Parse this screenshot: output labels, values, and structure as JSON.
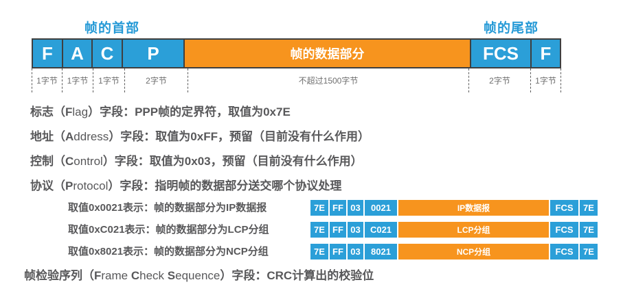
{
  "colors": {
    "field_blue": "#2b9fd8",
    "data_orange": "#f7941e",
    "label_blue": "#2499d6",
    "text_gray": "#58585a",
    "border_dark": "#3f3f3f"
  },
  "diagram": {
    "header_label": "帧的首部",
    "trailer_label": "帧的尾部",
    "cells": [
      {
        "label": "F",
        "bytes": "1字节"
      },
      {
        "label": "A",
        "bytes": "1字节"
      },
      {
        "label": "C",
        "bytes": "1字节"
      },
      {
        "label": "P",
        "bytes": "2字节"
      },
      {
        "label": "帧的数据部分",
        "bytes": "不超过1500字节"
      },
      {
        "label": "FCS",
        "bytes": "2字节"
      },
      {
        "label": "F",
        "bytes": "1字节"
      }
    ]
  },
  "descriptions": [
    {
      "segments": [
        {
          "t": "标志（",
          "b": true
        },
        {
          "t": "F",
          "b": true
        },
        {
          "t": "lag",
          "b": false
        },
        {
          "t": "）字段：PPP帧的定界符，取值为0x7E",
          "b": true
        }
      ]
    },
    {
      "segments": [
        {
          "t": "地址（",
          "b": true
        },
        {
          "t": "A",
          "b": true
        },
        {
          "t": "ddress",
          "b": false
        },
        {
          "t": "）字段：取值为0xFF，预留（目前没有什么作用）",
          "b": true
        }
      ]
    },
    {
      "segments": [
        {
          "t": "控制（",
          "b": true
        },
        {
          "t": "C",
          "b": true
        },
        {
          "t": "ontrol",
          "b": false
        },
        {
          "t": "）字段：取值为0x03，预留（目前没有什么作用）",
          "b": true
        }
      ]
    },
    {
      "segments": [
        {
          "t": "协议（",
          "b": true
        },
        {
          "t": "P",
          "b": true
        },
        {
          "t": "rotocol",
          "b": false
        },
        {
          "t": "）字段：指明帧的数据部分送交哪个协议处理",
          "b": true
        }
      ]
    }
  ],
  "protocol_examples": [
    {
      "label": "取值0x0021表示：帧的数据部分为IP数据报",
      "cells": [
        "7E",
        "FF",
        "03",
        "0021",
        "IP数据报",
        "FCS",
        "7E"
      ]
    },
    {
      "label": "取值0xC021表示：帧的数据部分为LCP分组",
      "cells": [
        "7E",
        "FF",
        "03",
        "C021",
        "LCP分组",
        "FCS",
        "7E"
      ]
    },
    {
      "label": "取值0x8021表示：帧的数据部分为NCP分组",
      "cells": [
        "7E",
        "FF",
        "03",
        "8021",
        "NCP分组",
        "FCS",
        "7E"
      ]
    }
  ],
  "fcs_line": {
    "segments": [
      {
        "t": "帧检验序列（",
        "b": true
      },
      {
        "t": "F",
        "b": true
      },
      {
        "t": "rame ",
        "b": false
      },
      {
        "t": "C",
        "b": true
      },
      {
        "t": "heck ",
        "b": false
      },
      {
        "t": "S",
        "b": true
      },
      {
        "t": "equence",
        "b": false
      },
      {
        "t": "）字段：CRC计算出的校验位",
        "b": true
      }
    ]
  }
}
